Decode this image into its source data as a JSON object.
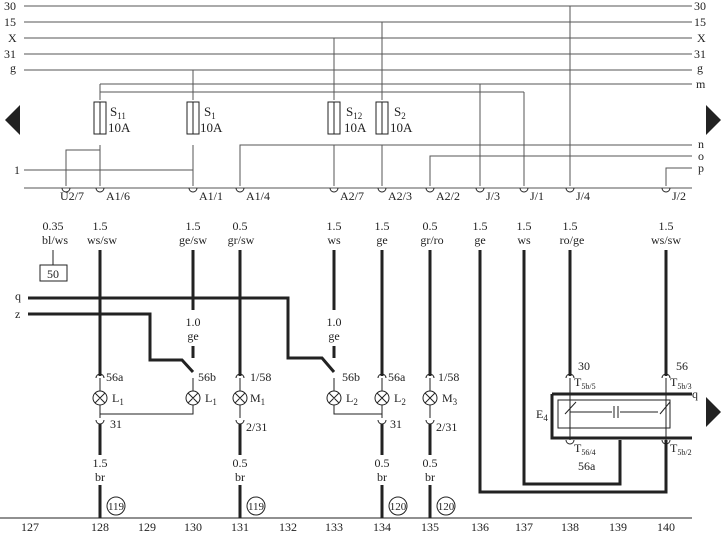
{
  "rails": [
    {
      "id": "r30",
      "label": "30"
    },
    {
      "id": "r15",
      "label": "15"
    },
    {
      "id": "rX",
      "label": "X"
    },
    {
      "id": "r31",
      "label": "31"
    },
    {
      "id": "rg",
      "label": "g"
    }
  ],
  "right_lines": {
    "m": "m",
    "n": "n",
    "o": "o",
    "p": "p",
    "q": "q"
  },
  "left_markers": {
    "line1": "1",
    "q": "q",
    "z": "z"
  },
  "fuses": [
    {
      "id": "s11",
      "name": "S",
      "sub": "11",
      "rating": "10A"
    },
    {
      "id": "s1",
      "name": "S",
      "sub": "1",
      "rating": "10A"
    },
    {
      "id": "s12",
      "name": "S",
      "sub": "12",
      "rating": "10A"
    },
    {
      "id": "s2",
      "name": "S",
      "sub": "2",
      "rating": "10A"
    }
  ],
  "connectors": [
    {
      "id": "u27",
      "label": "U2/7"
    },
    {
      "id": "a16",
      "label": "A1/6"
    },
    {
      "id": "a11",
      "label": "A1/1"
    },
    {
      "id": "a14",
      "label": "A1/4"
    },
    {
      "id": "a27",
      "label": "A2/7"
    },
    {
      "id": "a23",
      "label": "A2/3"
    },
    {
      "id": "a22",
      "label": "A2/2"
    },
    {
      "id": "j3",
      "label": "J/3"
    },
    {
      "id": "j1",
      "label": "J/1"
    },
    {
      "id": "j4",
      "label": "J/4"
    },
    {
      "id": "j2",
      "label": "J/2"
    }
  ],
  "wires_top": [
    {
      "id": "w1",
      "gauge": "0.35",
      "color": "bl/ws"
    },
    {
      "id": "w2",
      "gauge": "1.5",
      "color": "ws/sw"
    },
    {
      "id": "w3",
      "gauge": "1.5",
      "color": "ge/sw"
    },
    {
      "id": "w4",
      "gauge": "0.5",
      "color": "gr/sw"
    },
    {
      "id": "w5",
      "gauge": "1.5",
      "color": "ws"
    },
    {
      "id": "w6",
      "gauge": "1.5",
      "color": "ge"
    },
    {
      "id": "w7",
      "gauge": "0.5",
      "color": "gr/ro"
    },
    {
      "id": "w8",
      "gauge": "1.5",
      "color": "ge"
    },
    {
      "id": "w9",
      "gauge": "1.5",
      "color": "ws"
    },
    {
      "id": "w10",
      "gauge": "1.5",
      "color": "ro/ge"
    },
    {
      "id": "w11",
      "gauge": "1.5",
      "color": "ws/sw"
    }
  ],
  "box50": "50",
  "mid_wires": [
    {
      "id": "mw1",
      "gauge": "1.0",
      "color": "ge"
    },
    {
      "id": "mw2",
      "gauge": "1.0",
      "color": "ge"
    }
  ],
  "lamps": [
    {
      "id": "l1a",
      "name": "L",
      "sub": "1",
      "top": "56a",
      "bottom": "31"
    },
    {
      "id": "l1b",
      "name": "L",
      "sub": "1",
      "top": "56b",
      "bottom": ""
    },
    {
      "id": "m1",
      "name": "M",
      "sub": "1",
      "top": "1/58",
      "bottom": "2/31"
    },
    {
      "id": "l2b",
      "name": "L",
      "sub": "2",
      "top": "56b",
      "bottom": ""
    },
    {
      "id": "l2a",
      "name": "L",
      "sub": "2",
      "top": "56a",
      "bottom": "31"
    },
    {
      "id": "m3",
      "name": "M",
      "sub": "3",
      "top": "1/58",
      "bottom": "2/31"
    }
  ],
  "switch_e4": {
    "name": "E",
    "sub": "4",
    "t_top_left": {
      "num": "30",
      "label": "T",
      "sub": "5b/5"
    },
    "t_top_right": {
      "num": "56",
      "label": "T",
      "sub": "5b/3"
    },
    "t_bot_left": {
      "num": "56a",
      "label": "T",
      "sub": "56/4"
    },
    "t_bot_right": {
      "label": "T",
      "sub": "5b/2"
    }
  },
  "wires_bottom": [
    {
      "id": "b1",
      "gauge": "1.5",
      "color": "br"
    },
    {
      "id": "b2",
      "gauge": "0.5",
      "color": "br"
    },
    {
      "id": "b3",
      "gauge": "0.5",
      "color": "br"
    },
    {
      "id": "b4",
      "gauge": "0.5",
      "color": "br"
    }
  ],
  "ground_refs": [
    "119",
    "119",
    "120",
    "120"
  ],
  "column_numbers": [
    "127",
    "128",
    "129",
    "130",
    "131",
    "132",
    "133",
    "134",
    "135",
    "136",
    "137",
    "138",
    "139",
    "140"
  ]
}
